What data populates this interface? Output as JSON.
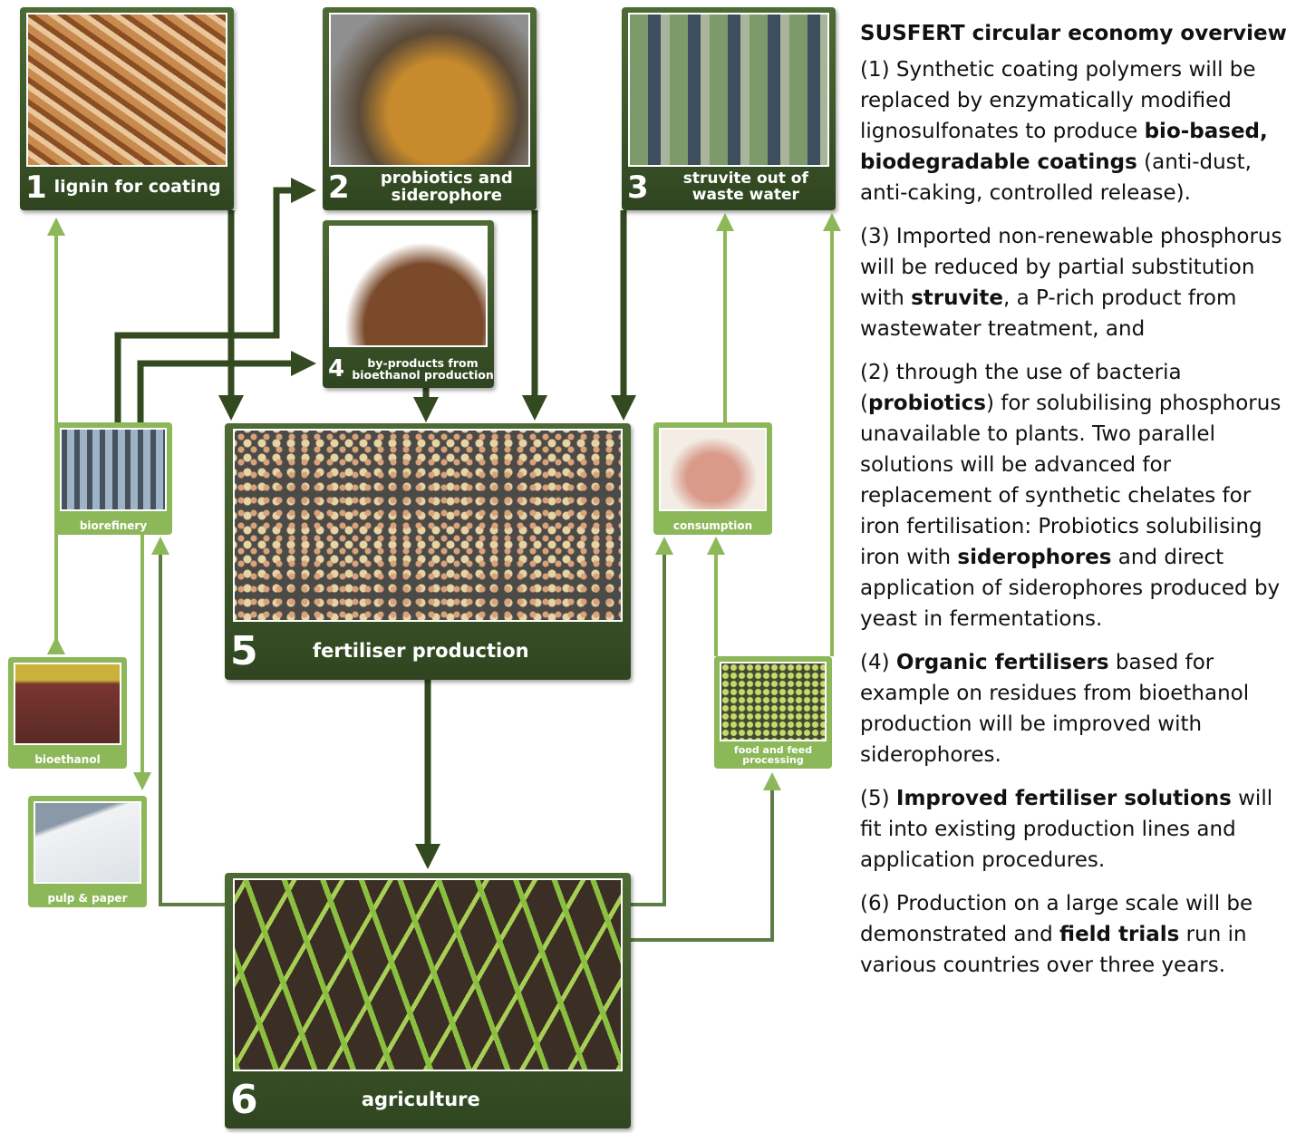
{
  "boxes": {
    "b1": {
      "num": "1",
      "label": "lignin for coating"
    },
    "b2": {
      "num": "2",
      "label": "probiotics and siderophore"
    },
    "b3": {
      "num": "3",
      "label": "struvite out of waste water"
    },
    "b4": {
      "num": "4",
      "label": "by-products from bioethanol production"
    },
    "b5": {
      "num": "5",
      "label": "fertiliser production"
    },
    "b6": {
      "num": "6",
      "label": "agriculture"
    }
  },
  "side": {
    "biorefinery": "biorefinery",
    "bioethanol": "bioethanol",
    "pulp": "pulp & paper",
    "consumption": "consumption",
    "food": "food and feed processing"
  },
  "text": {
    "title": "SUSFERT circular economy overview",
    "p1a": "(1) Synthetic coating polymers will be replaced by enzymatically modified lignosulfonates to produce ",
    "p1b": "bio-based, biodegradable coatings",
    "p1c": " (anti-dust, anti-caking, controlled release).",
    "p3a": "(3) Imported non-renewable phosphorus will be reduced by partial substitution with ",
    "p3b": "struvite",
    "p3c": ", a P-rich product from wastewater treatment, and",
    "p2a": "(2) through the use of bacteria (",
    "p2b": "probiotics",
    "p2c": ") for solubilising phosphorus unavailable to plants. Two parallel solutions will be advanced for replacement of synthetic chelates for iron fertilisation: Probiotics solubilising iron with ",
    "p2d": "siderophores",
    "p2e": " and direct application of siderophores produced by yeast in fermentations.",
    "p4a": "(4) ",
    "p4b": "Organic fertilisers",
    "p4c": " based for example on residues from bioethanol production will be improved with siderophores.",
    "p5a": "(5) ",
    "p5b": "Improved fertiliser solutions",
    "p5c": " will fit into existing production lines and application procedures.",
    "p6a": "(6) Production on a large scale will be demonstrated and ",
    "p6b": "field trials",
    "p6c": " run in various countries over three years."
  },
  "colors": {
    "dark": "#3a5526",
    "light": "#8db85a"
  }
}
